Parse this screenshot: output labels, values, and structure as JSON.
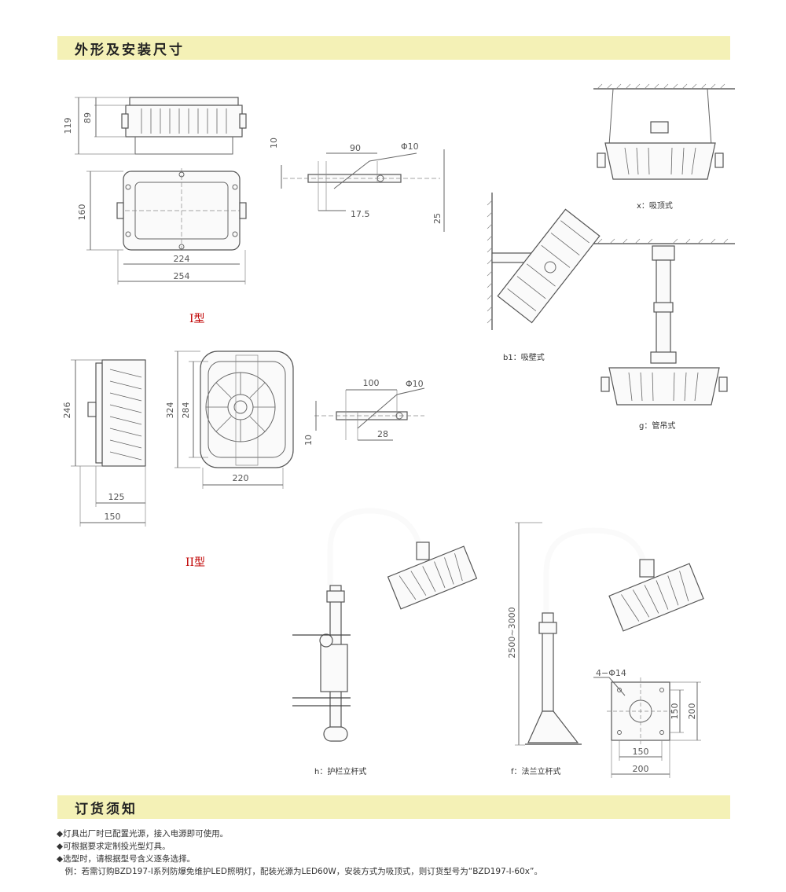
{
  "sections": {
    "dimensions_title": "外形及安装尺寸",
    "ordering_title": "订货须知"
  },
  "types": {
    "type1": "I型",
    "type2": "II型"
  },
  "dims": {
    "d119": "119",
    "d89": "89",
    "d160": "160",
    "d224": "224",
    "d254": "254",
    "d10a": "10",
    "d90": "90",
    "phi10a": "Φ10",
    "d17_5": "17.5",
    "d25": "25",
    "d246": "246",
    "d324": "324",
    "d284": "284",
    "d220": "220",
    "d125": "125",
    "d150a": "150",
    "d100": "100",
    "phi10b": "Φ10",
    "d10b": "10",
    "d28": "28",
    "d2500": "2500~3000",
    "d4phi14": "4−Φ14",
    "d150b": "150",
    "d200a": "200",
    "d150c": "150",
    "d200b": "200"
  },
  "mounts": {
    "x": "x：吸顶式",
    "b1": "b1：吸壁式",
    "g": "g：管吊式",
    "h": "h：护栏立杆式",
    "f": "f：法兰立杆式"
  },
  "notes": [
    "◆灯具出厂时已配置光源，接入电源即可使用。",
    "◆可根据要求定制投光型灯具。",
    "◆选型时，请根据型号含义逐条选择。",
    "　例：若需订购BZD197-I系列防爆免维护LED照明灯，配装光源为LED60W，安装方式为吸顶式，则订货型号为“BZD197-I-60x”。"
  ]
}
